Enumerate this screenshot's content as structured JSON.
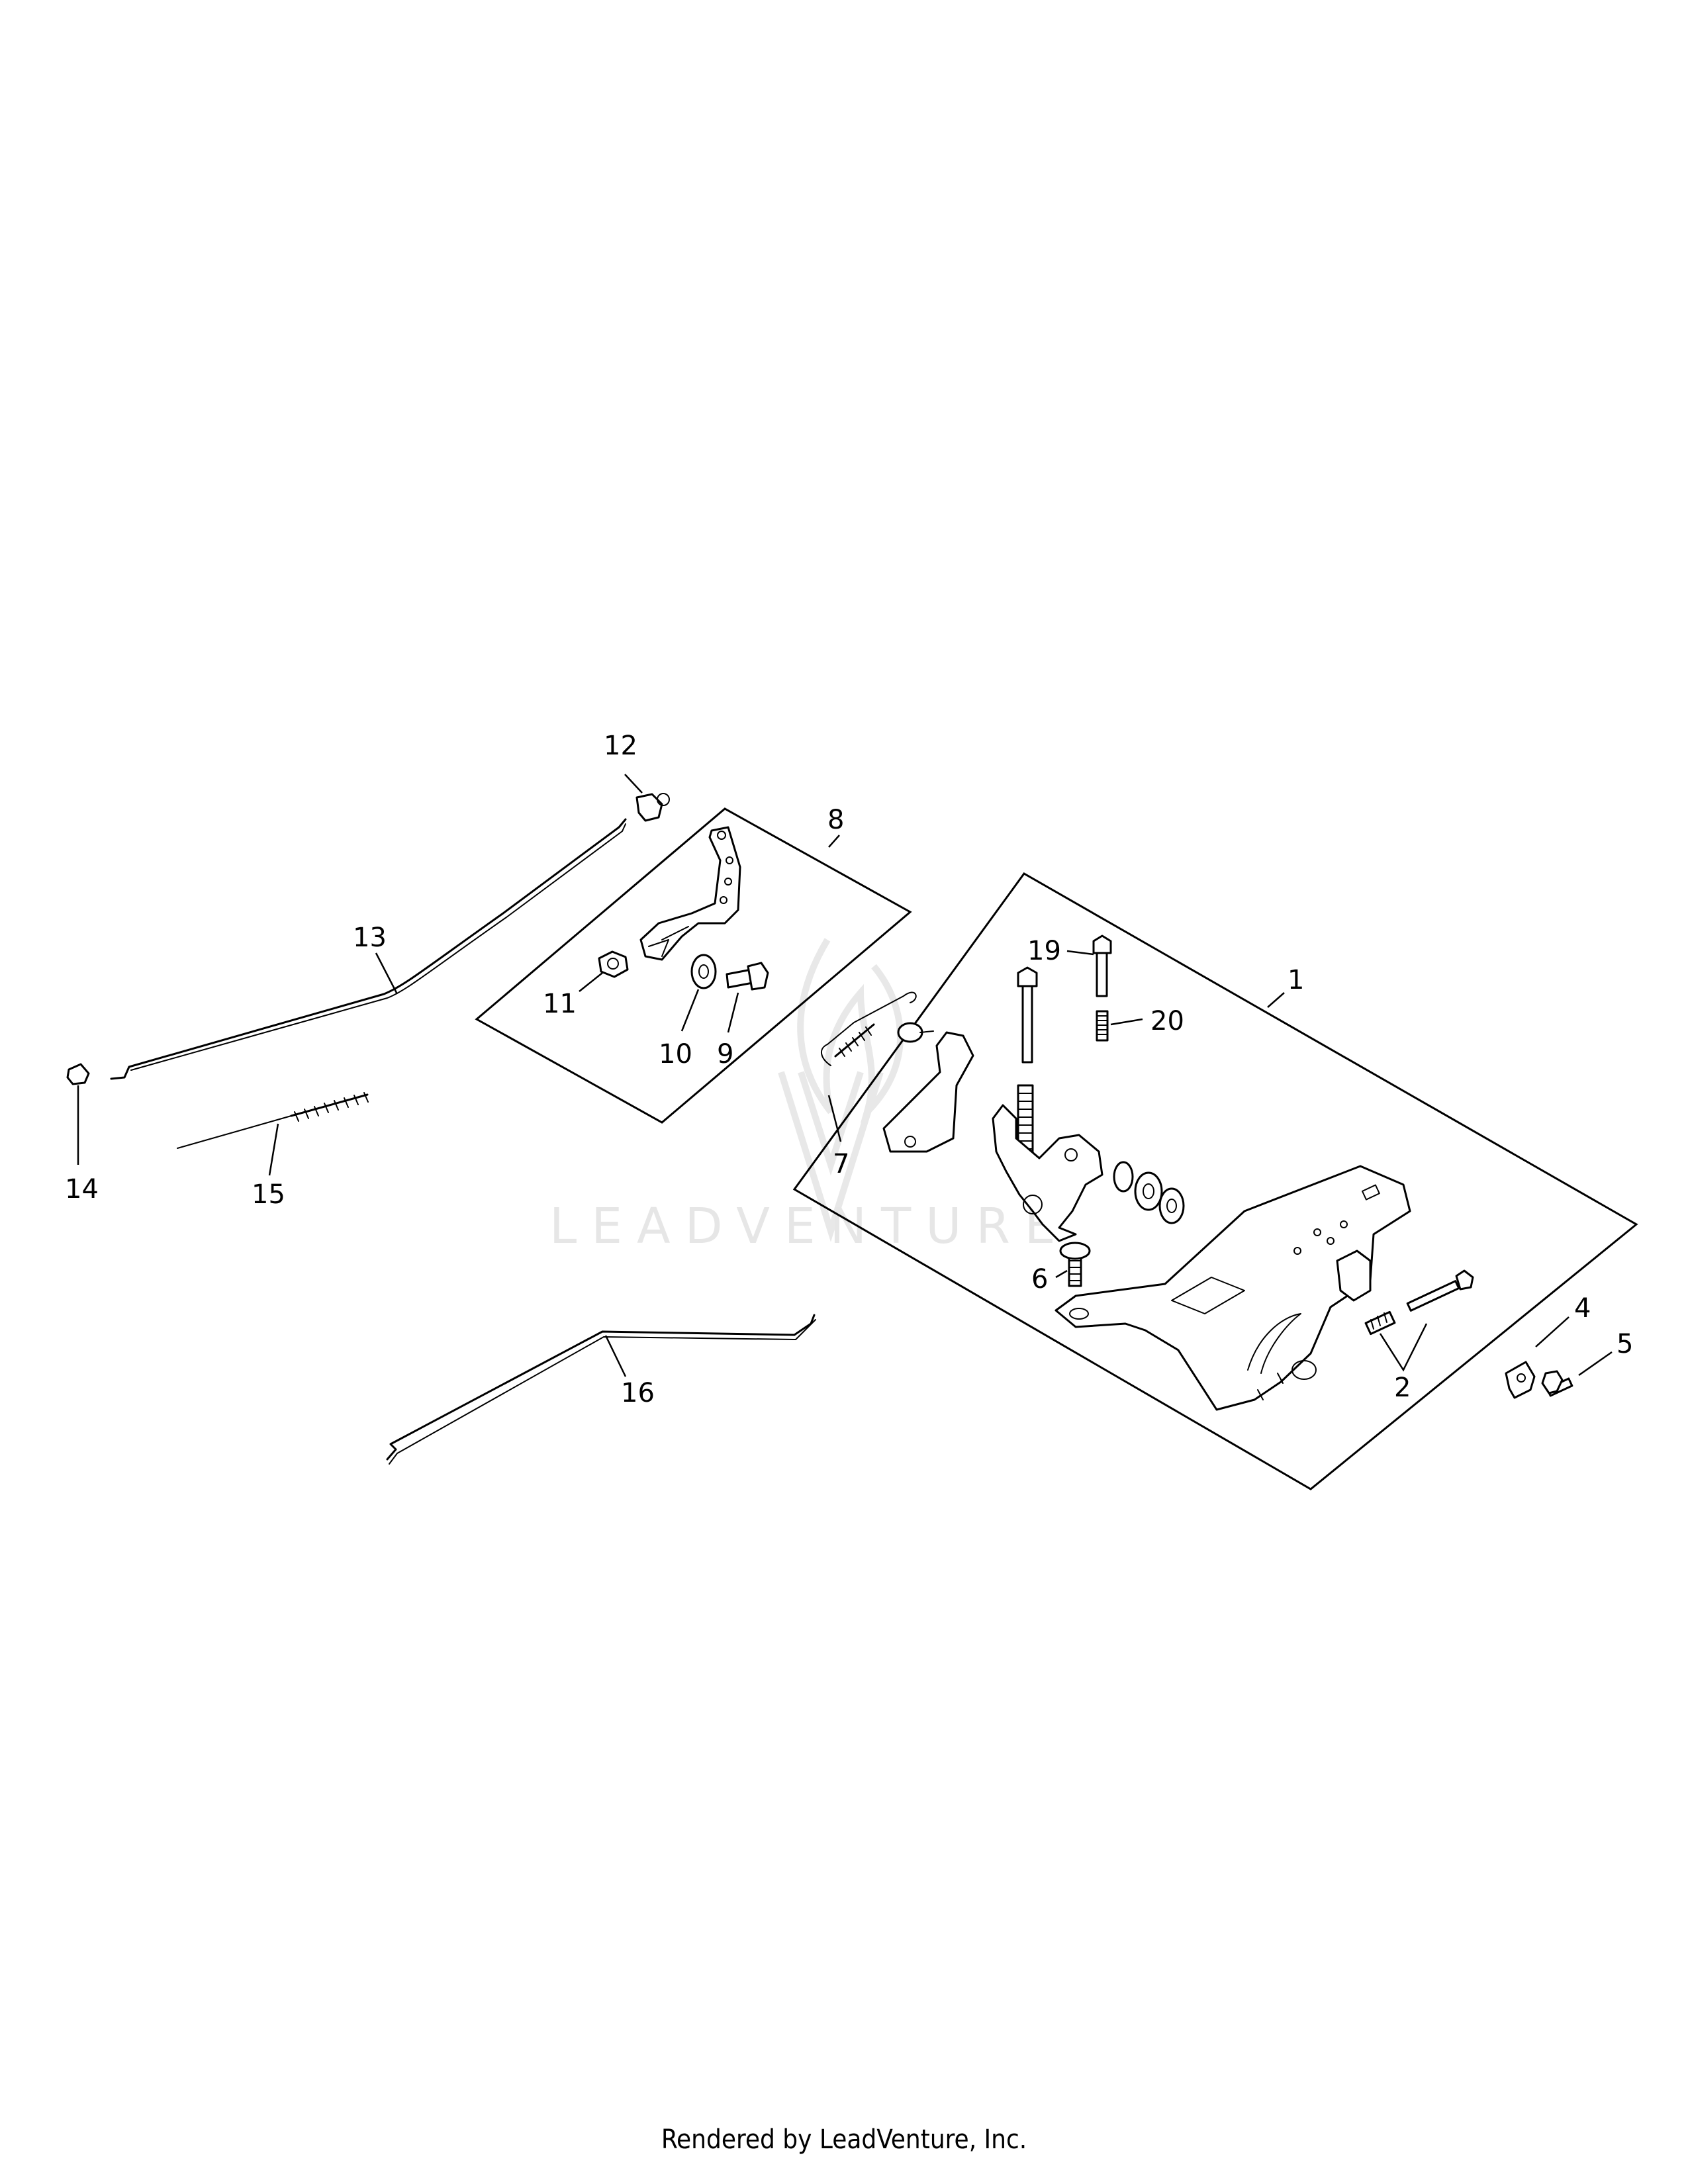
{
  "watermark": {
    "text": "LEADVENTURE"
  },
  "callouts": {
    "c1": "1",
    "c2": "2",
    "c4": "4",
    "c5": "5",
    "c6": "6",
    "c7": "7",
    "c8": "8",
    "c9": "9",
    "c10": "10",
    "c11": "11",
    "c12": "12",
    "c13": "13",
    "c14": "14",
    "c15": "15",
    "c16": "16",
    "c19": "19",
    "c20": "20"
  },
  "footer": {
    "text": "Rendered by LeadVenture, Inc."
  }
}
